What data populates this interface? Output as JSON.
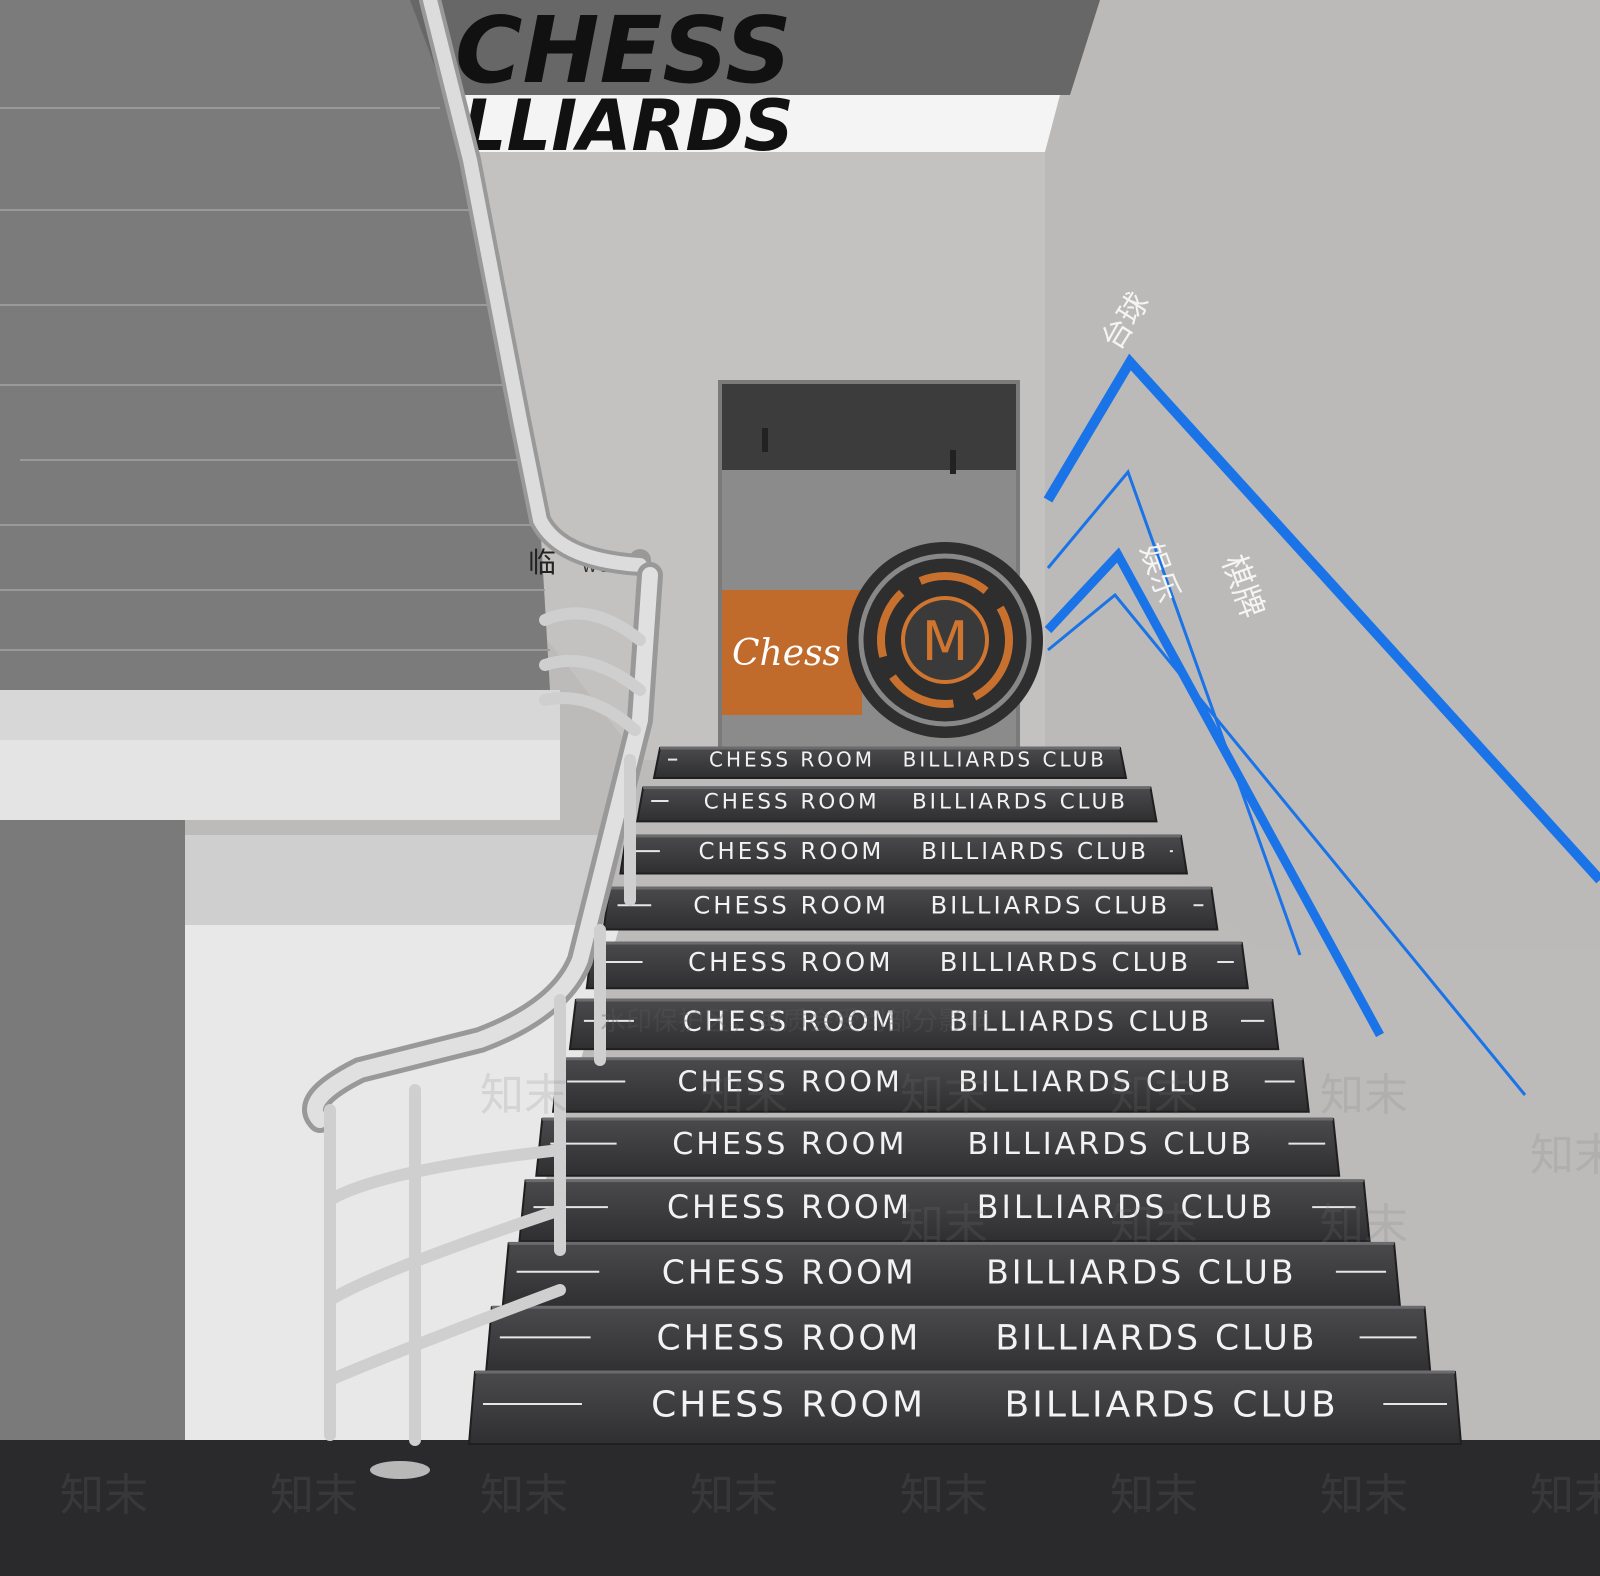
{
  "ceiling_sign": {
    "line1": "CHESS",
    "line2": "LLIARDS"
  },
  "door": {
    "brand_label": "Chess",
    "logo_letter": "M"
  },
  "wall_signage": {
    "text_top": "台球",
    "text_mid_left": "娱乐",
    "text_mid_right": "棋牌",
    "accent_color": "#1a74e8"
  },
  "welcome_sign": {
    "cn": "临",
    "en": "Welc"
  },
  "stair_riser_text": {
    "left": "CHESS ROOM",
    "right": "BILLIARDS CLUB",
    "step_count": 12
  },
  "watermark": {
    "text": "知末",
    "banner": "水印保护区，画质会受到部分影响"
  }
}
